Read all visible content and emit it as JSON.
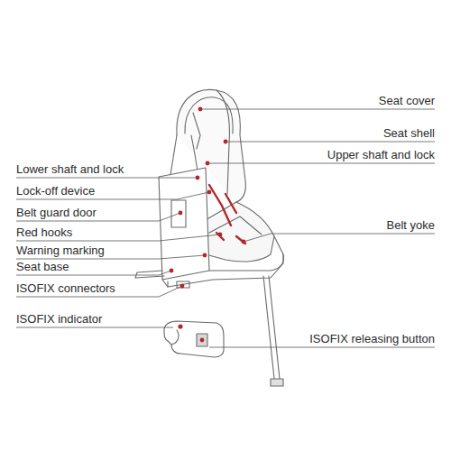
{
  "diagram": {
    "labels": [
      "Seat cover",
      "Seat shell",
      "Upper shaft and lock",
      "Lower shaft and lock",
      "Lock-off device",
      "Belt guard door",
      "Belt yoke",
      "Red hooks",
      "Warning marking",
      "Seat base",
      "ISOFIX connectors",
      "ISOFIX indicator",
      "ISOFIX releasing button"
    ]
  }
}
